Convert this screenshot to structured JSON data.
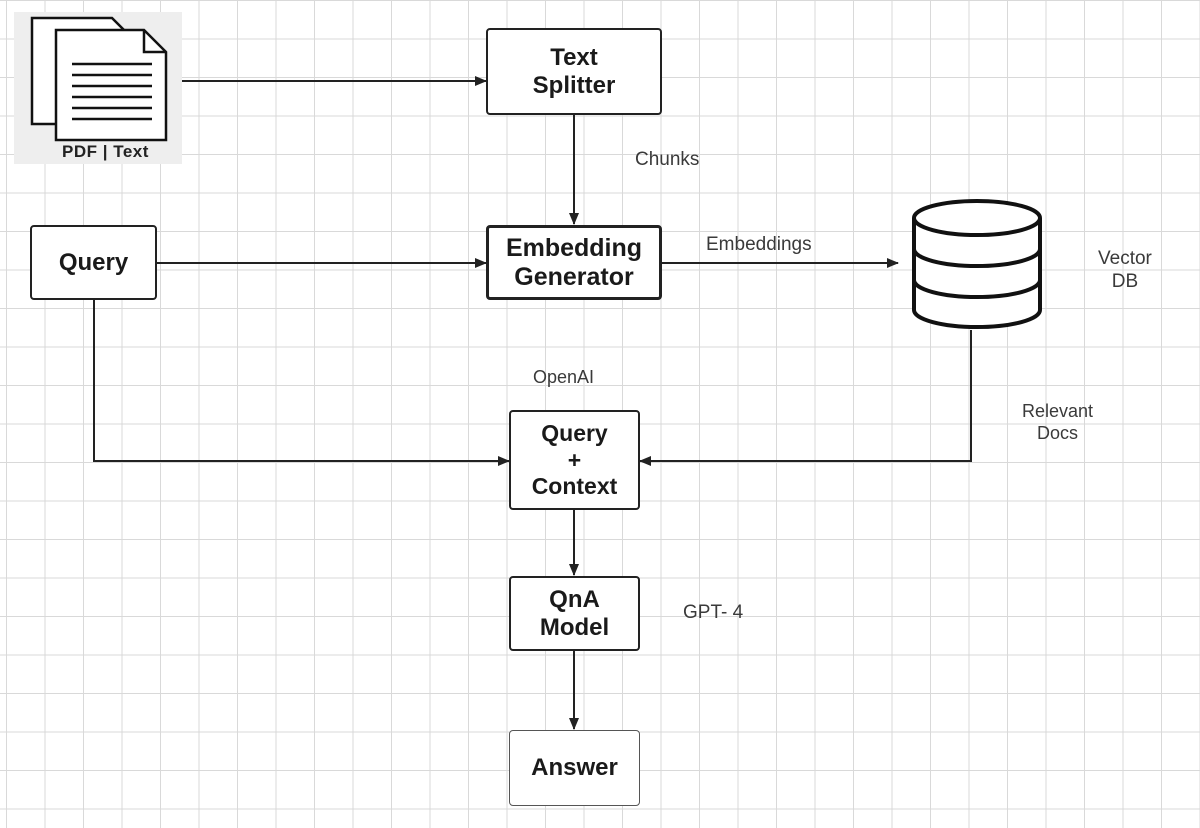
{
  "documents": {
    "caption": "PDF | Text",
    "icon": "documents-icon"
  },
  "nodes": {
    "text_splitter": "Text\nSplitter",
    "embedding_generator": "Embedding\nGenerator",
    "query": "Query",
    "query_context": "Query\n+\nContext",
    "qna_model": "QnA\nModel",
    "answer": "Answer"
  },
  "vector_db": {
    "label": "Vector\nDB",
    "icon": "database-icon"
  },
  "edge_labels": {
    "chunks": "Chunks",
    "embeddings": "Embeddings",
    "openai": "OpenAI",
    "relevant_docs": "Relevant\nDocs",
    "gpt4": "GPT- 4"
  },
  "colors": {
    "grid": "#d9d9d9",
    "stroke": "#222222",
    "text": "#1a1a1a"
  }
}
